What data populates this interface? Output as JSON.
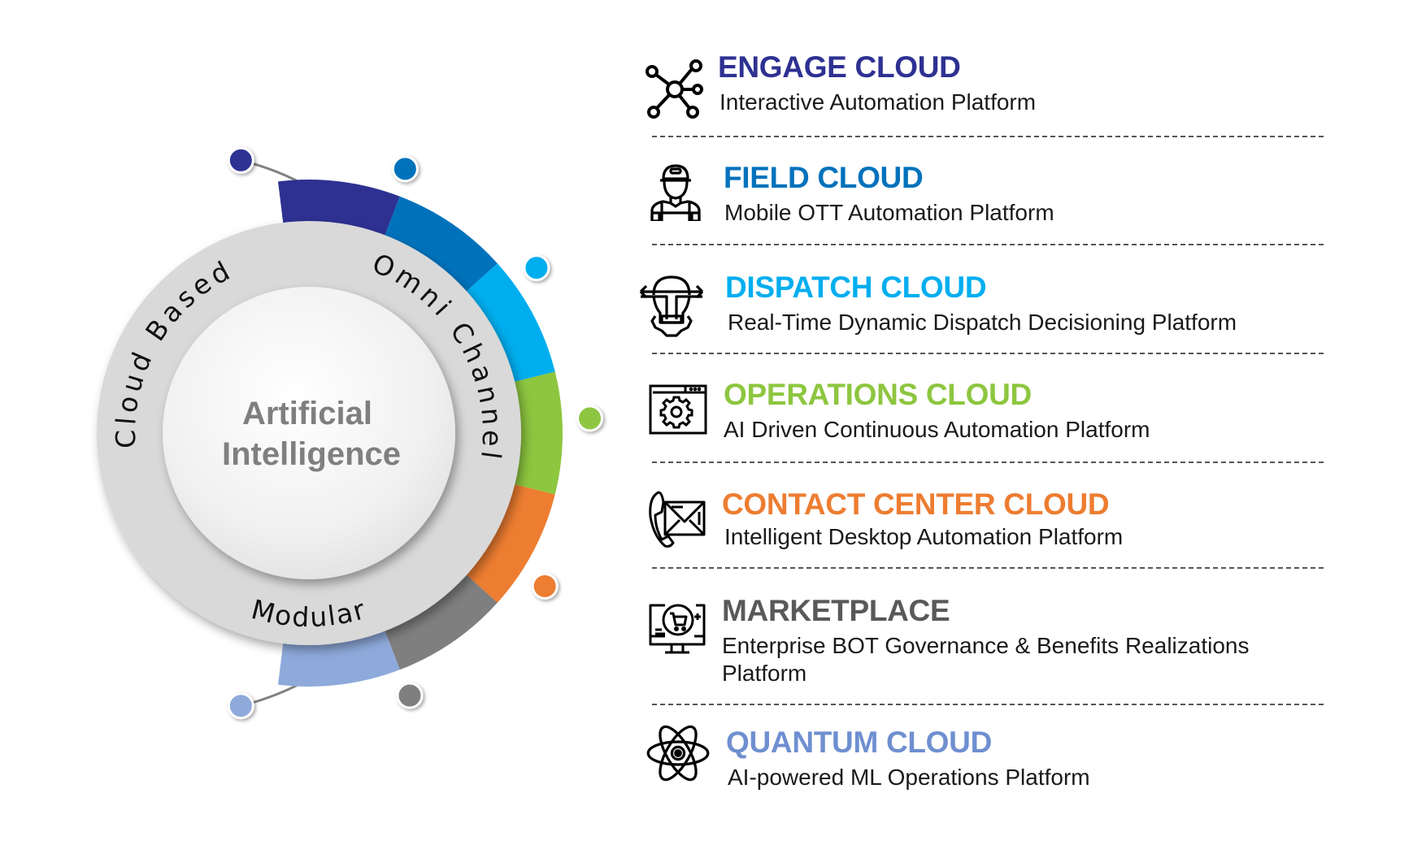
{
  "center": {
    "line1": "Artificial",
    "line2": "Intelligence"
  },
  "ring_labels": {
    "left": "Cloud Based",
    "top_right": "Omni Channel",
    "bottom": "Modular"
  },
  "colors": {
    "engage": "#2e3192",
    "field": "#0072bc",
    "dispatch": "#00aeef",
    "operations": "#8dc63f",
    "contact": "#ed7d31",
    "marketplace": "#7f7f7f",
    "quantum": "#8eaadb",
    "ring_gray": "#d9d9d9",
    "center_text": "#7f7f7f",
    "connector": "#808080"
  },
  "items": [
    {
      "title": "ENGAGE CLOUD",
      "subtitle": "Interactive Automation Platform",
      "icon": "network-icon",
      "color": "#2e3192"
    },
    {
      "title": "FIELD CLOUD",
      "subtitle": "Mobile OTT Automation Platform",
      "icon": "field-worker-icon",
      "color": "#0072bc"
    },
    {
      "title": "DISPATCH CLOUD",
      "subtitle": "Real-Time Dynamic Dispatch Decisioning Platform",
      "icon": "lightbulb-gear-icon",
      "color": "#00aeef"
    },
    {
      "title": "OPERATIONS CLOUD",
      "subtitle": "AI Driven Continuous Automation Platform",
      "icon": "browser-gear-icon",
      "color": "#8dc63f"
    },
    {
      "title": "CONTACT CENTER CLOUD",
      "subtitle": "Intelligent Desktop Automation Platform",
      "icon": "phone-mail-icon",
      "color": "#ed7d31"
    },
    {
      "title": "MARKETPLACE",
      "subtitle": "Enterprise BOT Governance & Benefits Realizations",
      "subtitle2": "Platform",
      "icon": "monitor-cart-icon",
      "color": "#595959"
    },
    {
      "title": "QUANTUM CLOUD",
      "subtitle": "AI-powered ML Operations Platform",
      "icon": "atom-icon",
      "color": "#6f8fd0"
    }
  ]
}
